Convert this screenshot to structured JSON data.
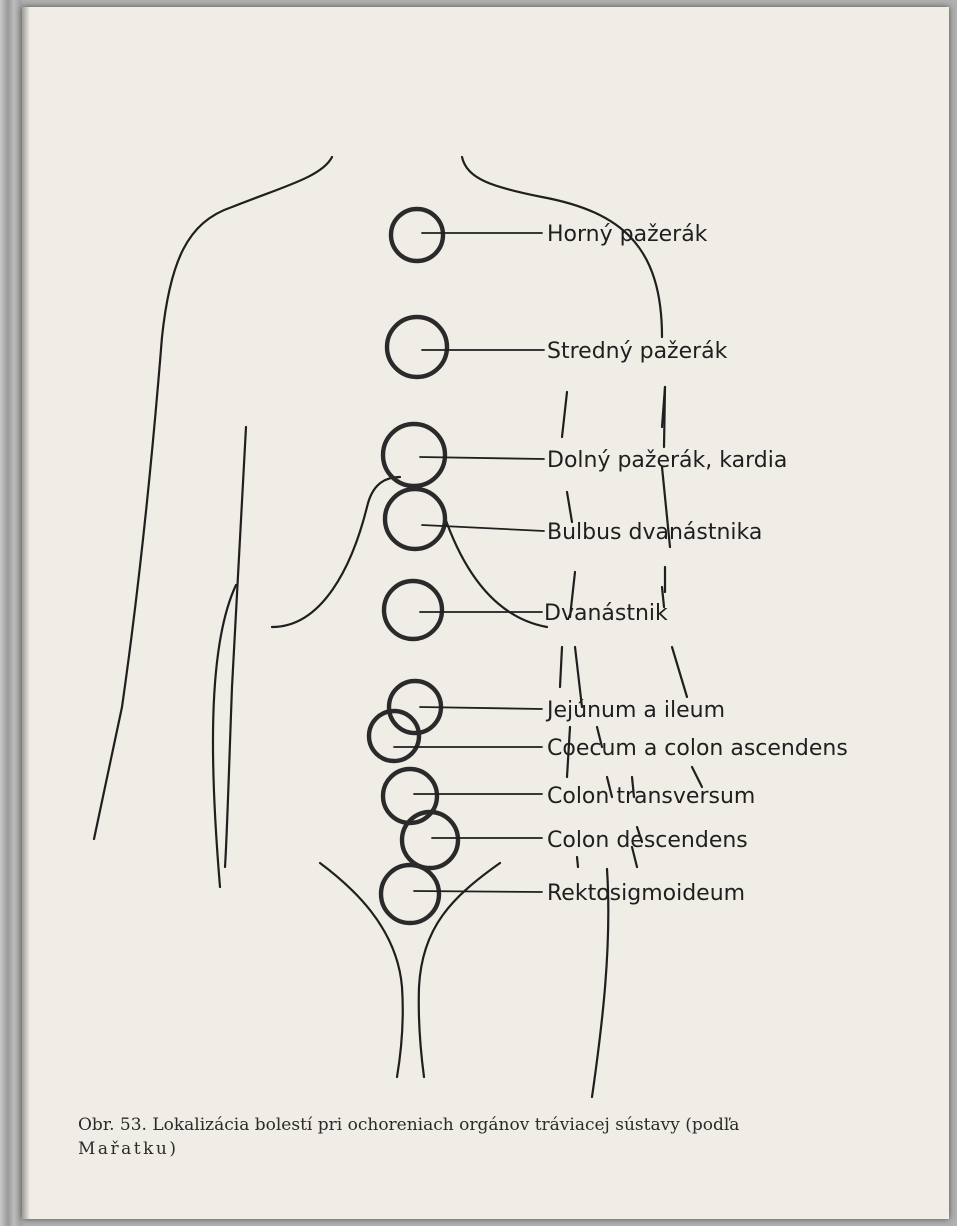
{
  "figure": {
    "labels": [
      "Horný pažerák",
      "Stredný pažerák",
      "Dolný pažerák, kardia",
      "Bulbus dvanástnika",
      "Dvanástnik",
      "Jejúnum a ileum",
      "Coecum a colon ascendens",
      "Colon transversum",
      "Colon descendens",
      "Rektosigmoideum"
    ]
  },
  "caption": {
    "text": "Obr. 53. Lokalizácia bolestí pri ochoreniach orgánov tráviacej sústavy (podľa",
    "author": "Mařatku)"
  },
  "colors": {
    "paper": "#efede6",
    "ink": "#1f1f1f"
  },
  "icons": [
    "body-outline-icon",
    "pain-circle-icon"
  ]
}
